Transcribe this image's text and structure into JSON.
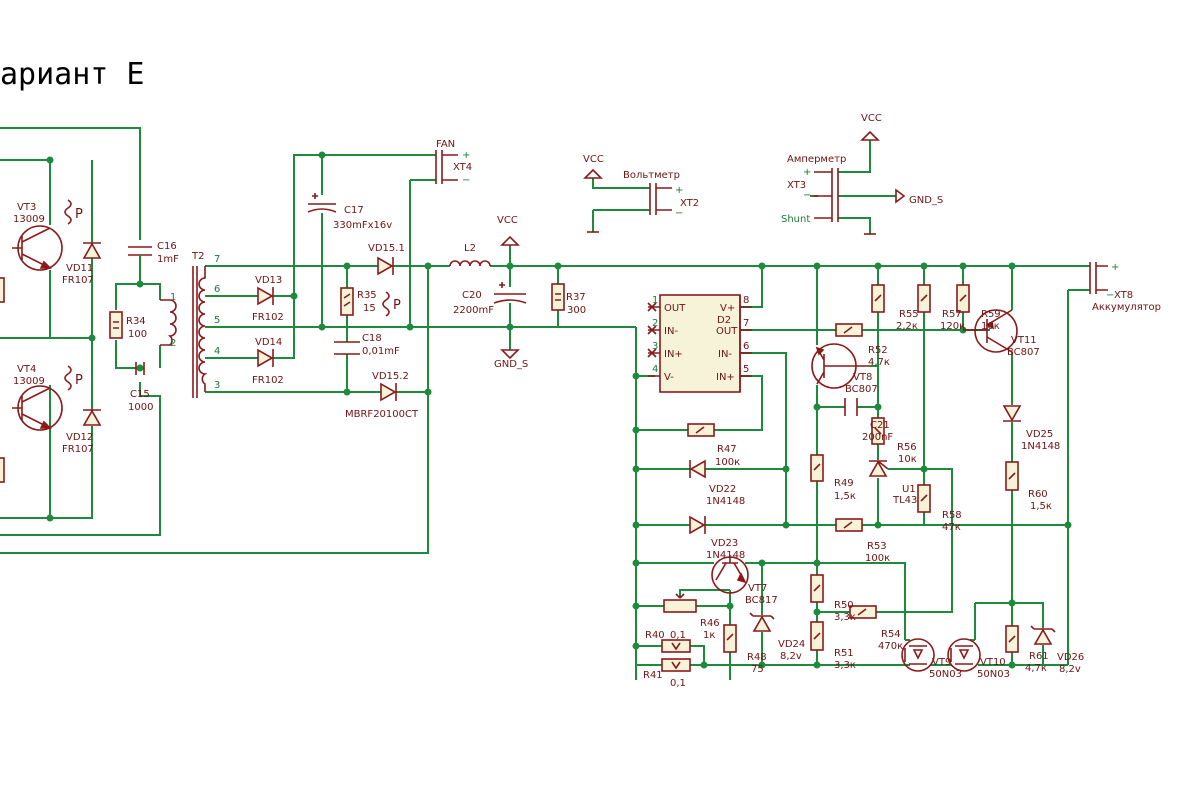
{
  "title": "ариант Е",
  "power": {
    "vcc": "VCC",
    "gnd": "GND_S"
  },
  "connectors": {
    "fan": {
      "label": "FAN",
      "ref": "XT4",
      "plus": "+",
      "minus": "−"
    },
    "volt": {
      "label": "Вольтметр",
      "ref": "XT2",
      "plus": "+",
      "minus": "−"
    },
    "amp": {
      "label": "Амперметр",
      "ref": "XT3",
      "plus": "+",
      "minus": "−",
      "shunt": "Shunt"
    },
    "bat": {
      "label": "Аккумулятор",
      "ref": "XT8",
      "plus": "+",
      "minus": "−"
    }
  },
  "transistors": {
    "vt3": {
      "ref": "VT3",
      "value": "13009"
    },
    "vt4": {
      "ref": "VT4",
      "value": "13009"
    },
    "vt7": {
      "ref": "VT7",
      "value": "BC817"
    },
    "vt8": {
      "ref": "VT8",
      "value": "BC807"
    },
    "vt9": {
      "ref": "VT9",
      "value": "50N03"
    },
    "vt10": {
      "ref": "VT10",
      "value": "50N03"
    },
    "vt11": {
      "ref": "VT11",
      "value": "BC807"
    }
  },
  "diodes": {
    "vd11": {
      "ref": "VD11",
      "value": "FR107"
    },
    "vd12": {
      "ref": "VD12",
      "value": "FR107"
    },
    "vd13": {
      "ref": "VD13",
      "value": "FR102"
    },
    "vd14": {
      "ref": "VD14",
      "value": "FR102"
    },
    "vd15_1": {
      "ref": "VD15.1",
      "value": ""
    },
    "vd15_2": {
      "ref": "VD15.2",
      "value": "MBRF20100CT"
    },
    "vd22": {
      "ref": "VD22",
      "value": "1N4148"
    },
    "vd23": {
      "ref": "VD23",
      "value": "1N4148"
    },
    "vd24": {
      "ref": "VD24",
      "value": "8,2v"
    },
    "vd25": {
      "ref": "VD25",
      "value": "1N4148"
    },
    "vd26": {
      "ref": "VD26",
      "value": "8,2v"
    },
    "u1": {
      "ref": "U1",
      "value": "TL431"
    }
  },
  "capacitors": {
    "c15": {
      "ref": "C15",
      "value": "1000"
    },
    "c16": {
      "ref": "C16",
      "value": "1mF"
    },
    "c17": {
      "ref": "C17",
      "value": "330mFx16v"
    },
    "c18": {
      "ref": "C18",
      "value": "0,01mF"
    },
    "c20": {
      "ref": "C20",
      "value": "2200mF"
    },
    "c21": {
      "ref": "C21",
      "value": "200nF"
    }
  },
  "resistors": {
    "r34": {
      "ref": "R34",
      "value": "100"
    },
    "r35": {
      "ref": "R35",
      "value": "15"
    },
    "r37": {
      "ref": "R37",
      "value": "300"
    },
    "r40": {
      "ref": "R40",
      "value": "0,1"
    },
    "r41": {
      "ref": "R41",
      "value": "0,1"
    },
    "r46": {
      "ref": "R46",
      "value": "1к"
    },
    "r47": {
      "ref": "R47",
      "value": "100к"
    },
    "r48": {
      "ref": "R48",
      "value": "75"
    },
    "r49": {
      "ref": "R49",
      "value": "1,5к"
    },
    "r50": {
      "ref": "R50",
      "value": "3,3к"
    },
    "r51": {
      "ref": "R51",
      "value": "3,3к"
    },
    "r52": {
      "ref": "R52",
      "value": "4,7к"
    },
    "r53": {
      "ref": "R53",
      "value": "100к"
    },
    "r54": {
      "ref": "R54",
      "value": "470к"
    },
    "r55": {
      "ref": "R55",
      "value": "2,2к"
    },
    "r56": {
      "ref": "R56",
      "value": "10к"
    },
    "r57": {
      "ref": "R57",
      "value": "120к"
    },
    "r58": {
      "ref": "R58",
      "value": "47к"
    },
    "r59": {
      "ref": "R59",
      "value": "10к"
    },
    "r60": {
      "ref": "R60",
      "value": "1,5к"
    },
    "r61": {
      "ref": "R61",
      "value": "4,7к"
    }
  },
  "inductors": {
    "l2": {
      "ref": "L2"
    }
  },
  "transformer": {
    "ref": "T2",
    "pins": [
      "7",
      "6",
      "5",
      "4",
      "3"
    ],
    "primary_pins": [
      "1",
      "2"
    ]
  },
  "ic": {
    "ref": "D2",
    "pins_left": [
      {
        "num": "1",
        "name": "OUT"
      },
      {
        "num": "2",
        "name": "IN-"
      },
      {
        "num": "3",
        "name": "IN+"
      },
      {
        "num": "4",
        "name": "V-"
      }
    ],
    "pins_right": [
      {
        "num": "8",
        "name": "V+"
      },
      {
        "num": "7",
        "name": "OUT"
      },
      {
        "num": "6",
        "name": "IN-"
      },
      {
        "num": "5",
        "name": "IN+"
      }
    ]
  },
  "symbols": {
    "thermal": "P"
  }
}
